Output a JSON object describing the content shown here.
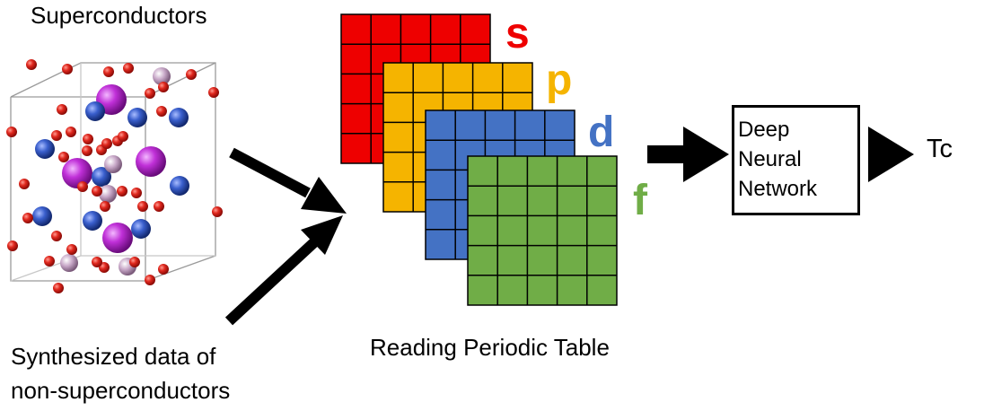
{
  "labels": {
    "superconductors": "Superconductors",
    "synth_line1": "Synthesized data of",
    "synth_line2": "non-superconductors",
    "reading": "Reading Periodic Table",
    "tc": "Tc"
  },
  "network": {
    "line1": "Deep",
    "line2": "Neural",
    "line3": "Network"
  },
  "orbitals": [
    {
      "key": "s",
      "label": "s",
      "color": "#ee0000"
    },
    {
      "key": "p",
      "label": "p",
      "color": "#f5b400"
    },
    {
      "key": "d",
      "label": "d",
      "color": "#4472c4"
    },
    {
      "key": "f",
      "label": "f",
      "color": "#70ad47"
    }
  ],
  "atom_colors": {
    "oxygen": "#d9241c",
    "blue": "#3a5fcd",
    "magenta": "#c030d8",
    "lilac": "#c8a8c8"
  }
}
